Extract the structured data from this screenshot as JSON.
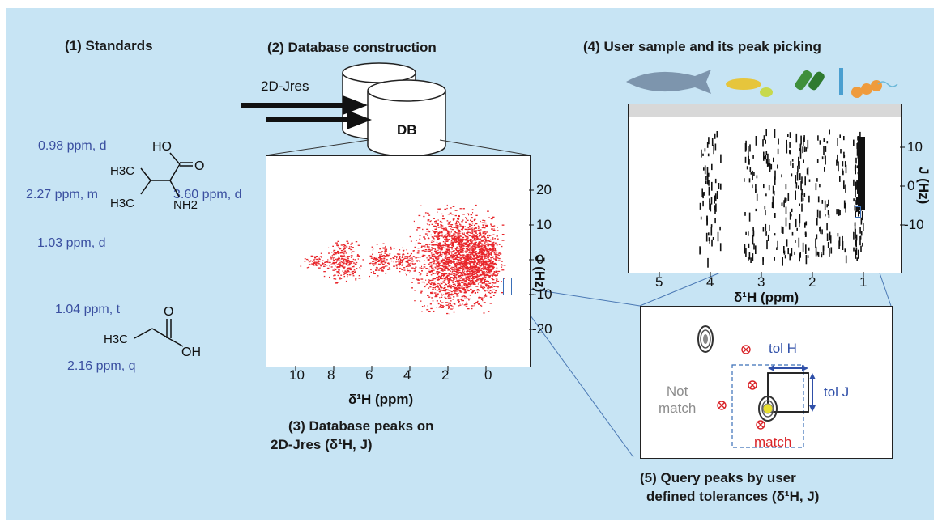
{
  "headers": {
    "standards": "(1) Standards",
    "database": "(2) Database construction",
    "user_sample": "(4) User sample and its peak picking",
    "db_peaks_line1": "(3) Database peaks on",
    "db_peaks_line2": "2D-Jres (δ¹H, J)",
    "query_line1": "(5) Query peaks by user",
    "query_line2": "defined tolerances (δ¹H, J)"
  },
  "standards": {
    "valine": {
      "ann_0_98": "0.98 ppm, d",
      "ann_2_27": "2.27 ppm, m",
      "ann_3_60": "3.60 ppm, d",
      "ann_1_03": "1.03 ppm, d",
      "atom_ho": "HO",
      "atom_o": "O",
      "atom_h3c_top": "H3C",
      "atom_h3c_bottom": "H3C",
      "atom_nh2": "NH2"
    },
    "propionic": {
      "ann_1_04": "1.04 ppm, t",
      "ann_2_16": "2.16 ppm, q",
      "atom_o": "O",
      "atom_h3c": "H3C",
      "atom_oh": "OH"
    }
  },
  "database": {
    "input_label": "2D-Jres",
    "db_label": "DB"
  },
  "db_plot": {
    "x_ticks": [
      "10",
      "8",
      "6",
      "4",
      "2",
      "0"
    ],
    "y_ticks": [
      "20",
      "10",
      "0",
      "-10",
      "-20"
    ],
    "x_label": "δ¹H (ppm)",
    "y_label": "J (Hz)",
    "point_color": "#e8252a"
  },
  "user_plot": {
    "x_ticks": [
      "5",
      "4",
      "3",
      "2",
      "1"
    ],
    "y_ticks": [
      "10",
      "0",
      "-10"
    ],
    "x_label": "δ¹H (ppm)",
    "y_label": "J (Hz)"
  },
  "zoom": {
    "not_match": "Not\nmatch",
    "match": "match",
    "tol_h": "tol H",
    "tol_j": "tol J",
    "marker_color": "#d9252a",
    "tolerance_color": "#2f4fa8"
  },
  "colors": {
    "background": "#c7e4f4",
    "annotation": "#3a4fa0"
  }
}
